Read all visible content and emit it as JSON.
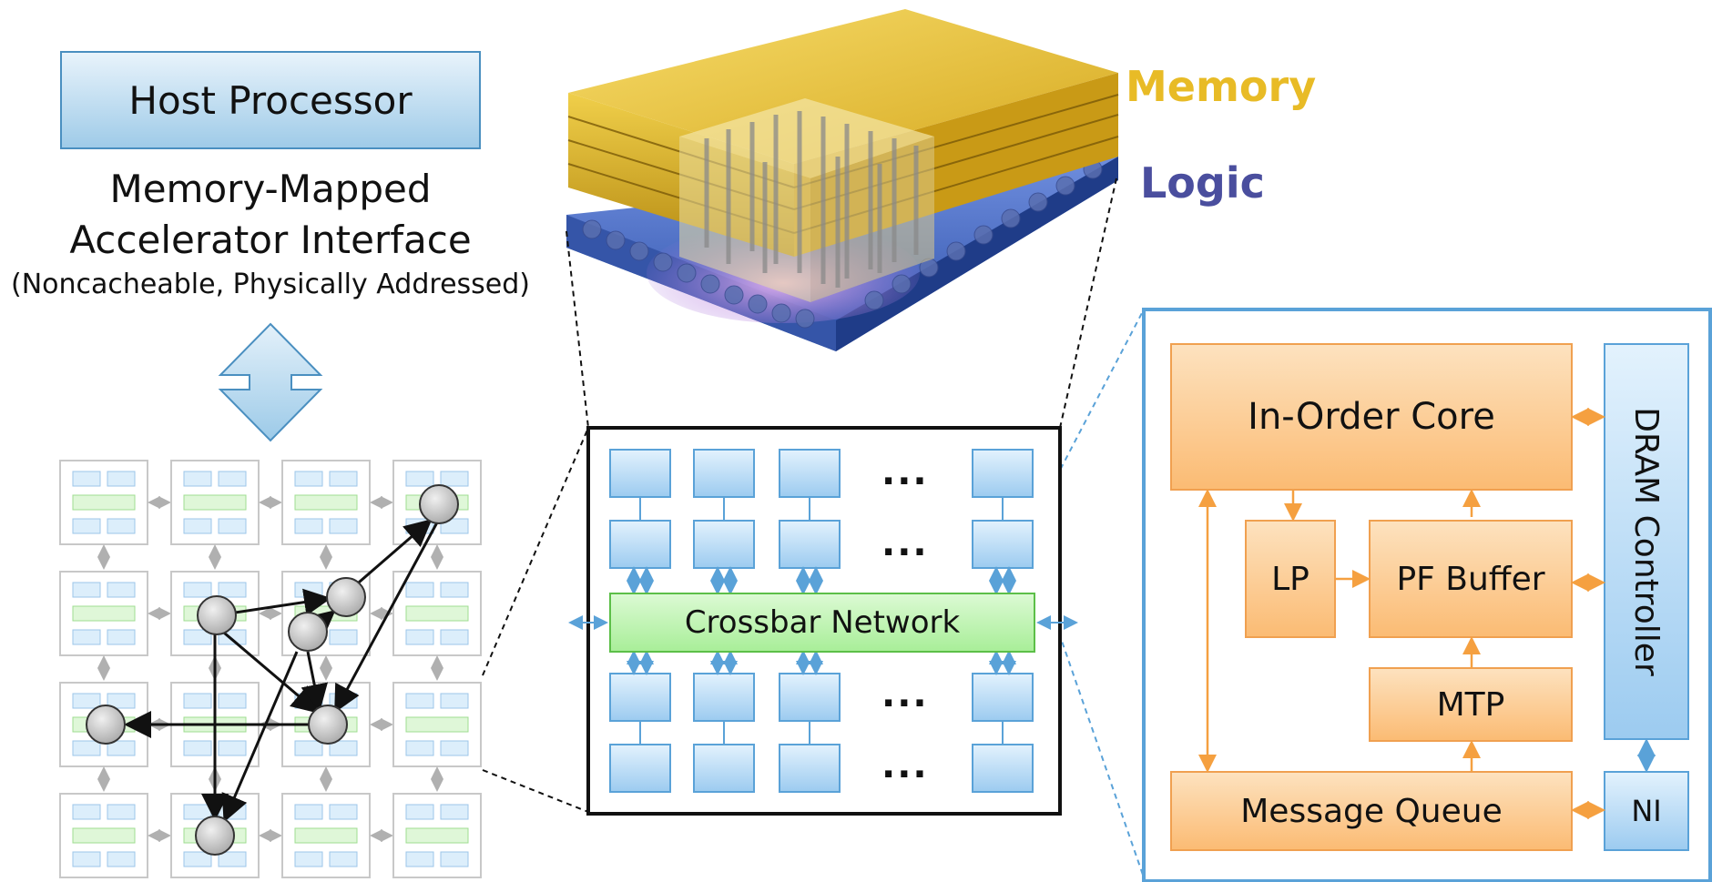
{
  "host": {
    "label": "Host Processor"
  },
  "interface": {
    "line1": "Memory-Mapped",
    "line2": "Accelerator Interface",
    "line3": "(Noncacheable, Physically Addressed)"
  },
  "stack": {
    "memory_label": "Memory",
    "logic_label": "Logic"
  },
  "crossbar": {
    "label": "Crossbar Network",
    "ellipsis": "..."
  },
  "core_detail": {
    "in_order_core": "In-Order Core",
    "lp": "LP",
    "pf_buffer": "PF Buffer",
    "mtp": "MTP",
    "message_queue": "Message Queue",
    "dram_controller": "DRAM Controller",
    "ni": "NI"
  },
  "colors": {
    "memory": "#e8bb26",
    "logic": "#4a4e9e",
    "orange_block": "#fcc98a",
    "blue_block": "#a9d3f2",
    "green_bar": "#b6f2a8",
    "arrow_orange": "#f5a040",
    "arrow_blue": "#5aa2d8"
  }
}
